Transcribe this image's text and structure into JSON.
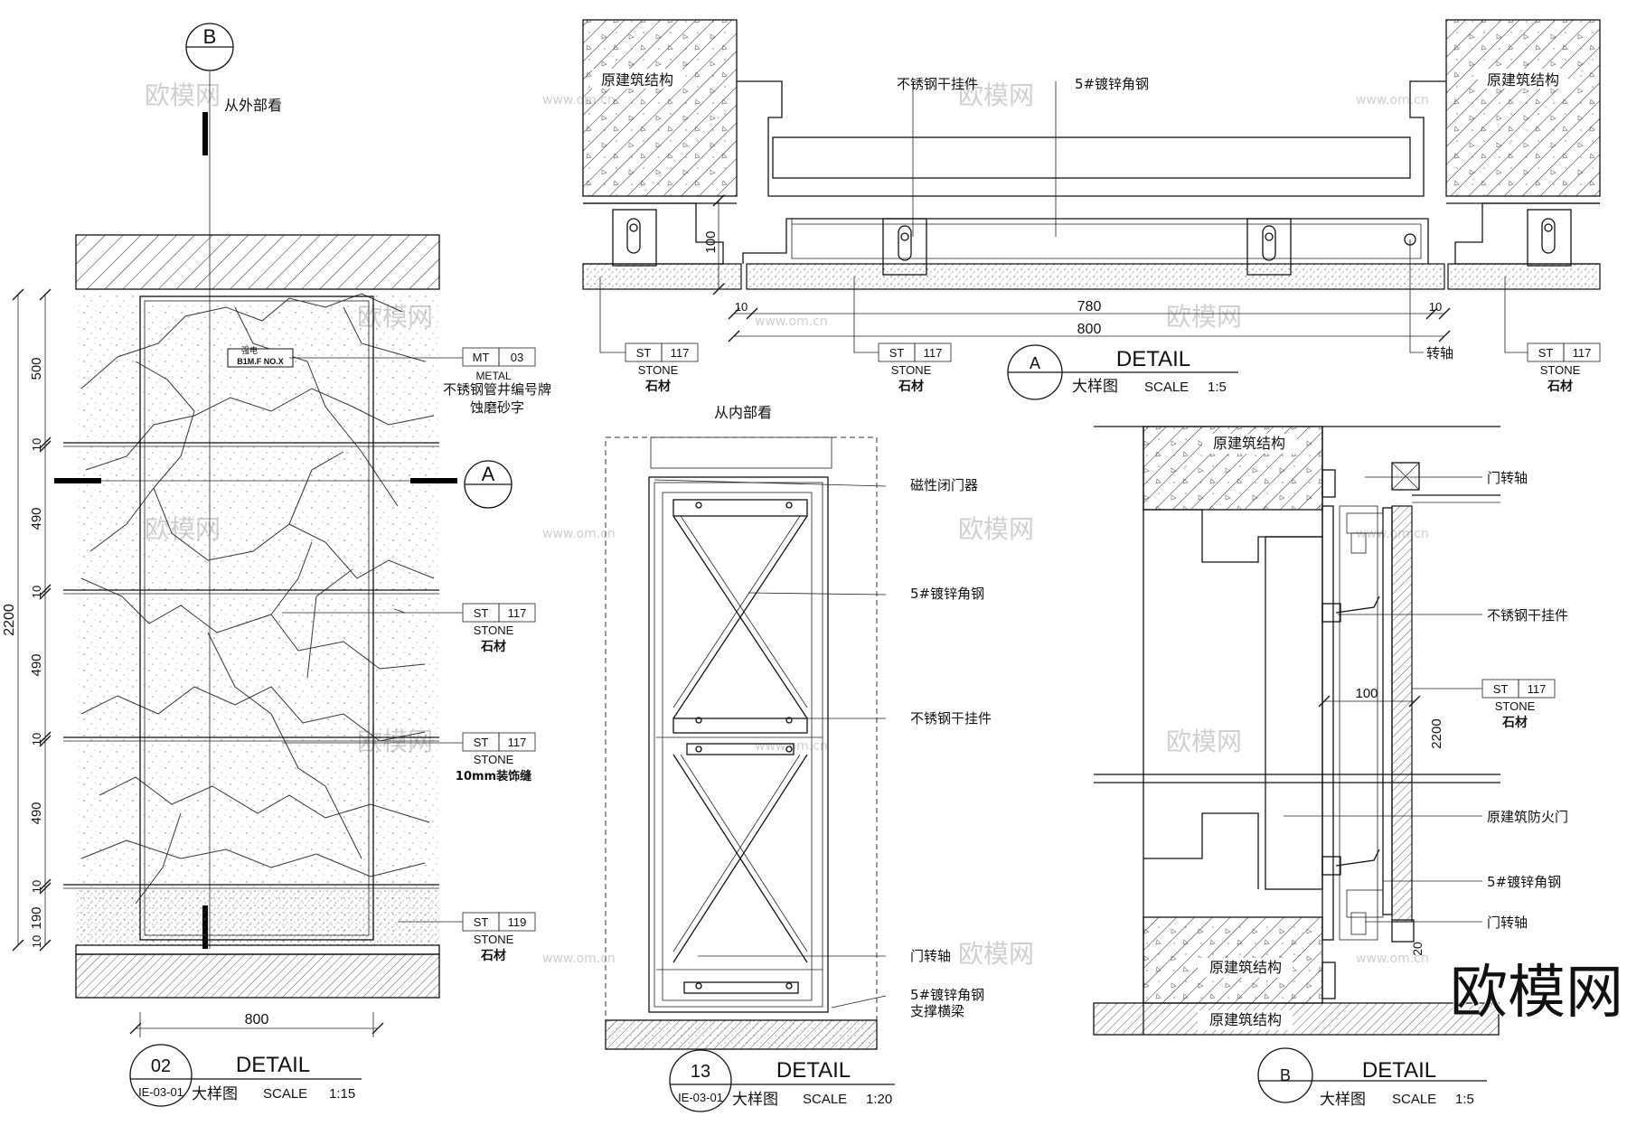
{
  "watermark": {
    "cn": "欧模网",
    "url": "www.om.cn"
  },
  "brand_watermark": "欧模网",
  "common": {
    "detail": "DETAIL",
    "dayangtu": "大样图",
    "scale_label": "SCALE",
    "ref_sheet": "IE-03-01",
    "stone_abbr": "ST",
    "stone_word": "STONE",
    "stone_cn": "石材",
    "metal_abbr": "MT",
    "metal_word": "METAL",
    "orig_structure": "原建筑结构"
  },
  "detail_02": {
    "number": "02",
    "scale": "1:15",
    "view_label": "从外部看",
    "section_b": "B",
    "section_a": "A",
    "plate_cn": "强电",
    "plate_code": "B1M.F NO.X",
    "metal_tag": {
      "code": "03",
      "note1": "不锈钢管井编号牌",
      "note2": "蚀磨砂字"
    },
    "stone_tags": [
      {
        "code": "117",
        "note": "石材"
      },
      {
        "code": "117",
        "note": "10mm装饰缝"
      },
      {
        "code": "119",
        "note": "石材"
      }
    ],
    "dims_left": [
      "500",
      "10",
      "490",
      "10",
      "490",
      "10",
      "490",
      "10",
      "190",
      "10"
    ],
    "dim_total": "2200",
    "dim_width": "800"
  },
  "detail_a": {
    "label": "A",
    "scale": "1:5",
    "callouts": [
      "不锈钢干挂件",
      "5#镀锌角钢",
      "转轴"
    ],
    "dims": [
      "100",
      "10",
      "780",
      "10",
      "800"
    ],
    "stone_tags": [
      {
        "code": "117"
      },
      {
        "code": "117"
      },
      {
        "code": "117"
      }
    ]
  },
  "detail_13": {
    "number": "13",
    "scale": "1:20",
    "view_label": "从内部看",
    "callouts": [
      "磁性闭门器",
      "5#镀锌角钢",
      "不锈钢干挂件",
      "门转轴",
      "5#镀锌角钢",
      "支撑横梁"
    ]
  },
  "detail_b": {
    "label": "B",
    "scale": "1:5",
    "callouts": [
      "门转轴",
      "不锈钢干挂件",
      "原建筑防火门",
      "5#镀锌角钢",
      "门转轴"
    ],
    "dims": [
      "100",
      "2200",
      "20"
    ],
    "stone_tag": {
      "code": "117"
    }
  }
}
